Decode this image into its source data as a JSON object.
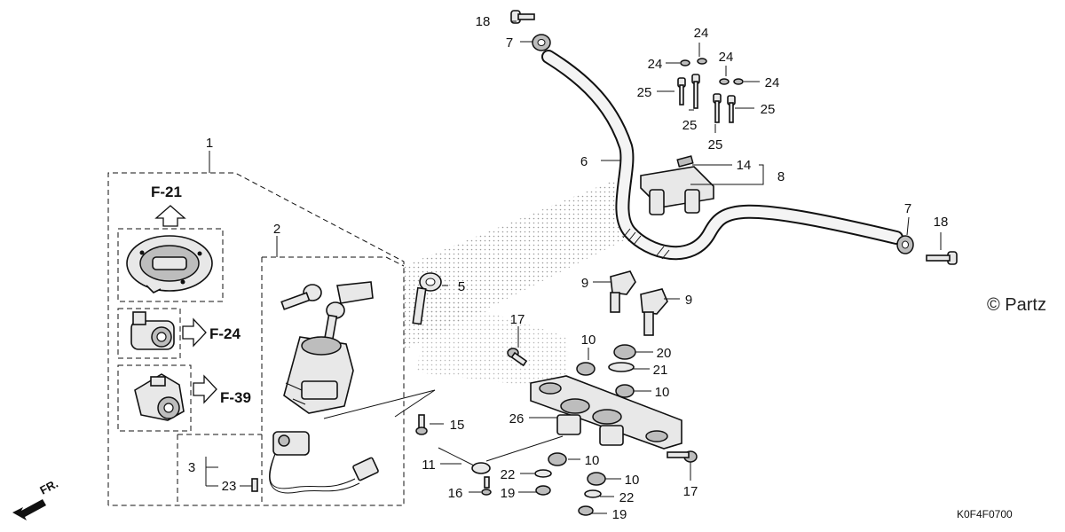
{
  "callouts": {
    "c1": "1",
    "c2": "2",
    "c3": "3",
    "c5": "5",
    "c6": "6",
    "c7a": "7",
    "c7b": "7",
    "c8": "8",
    "c9a": "9",
    "c9b": "9",
    "c10a": "10",
    "c10b": "10",
    "c10c": "10",
    "c10d": "10",
    "c11": "11",
    "c14": "14",
    "c15": "15",
    "c16": "16",
    "c17a": "17",
    "c17b": "17",
    "c18a": "18",
    "c18b": "18",
    "c19a": "19",
    "c19b": "19",
    "c20": "20",
    "c21": "21",
    "c22a": "22",
    "c22b": "22",
    "c23": "23",
    "c24a": "24",
    "c24b": "24",
    "c24c": "24",
    "c24d": "24",
    "c25a": "25",
    "c25b": "25",
    "c25c": "25",
    "c25d": "25",
    "c26": "26"
  },
  "references": {
    "f21": "F-21",
    "f24": "F-24",
    "f39": "F-39"
  },
  "watermark": "© Partz",
  "diagram_code": "K0F4F0700",
  "front_indicator": "FR."
}
